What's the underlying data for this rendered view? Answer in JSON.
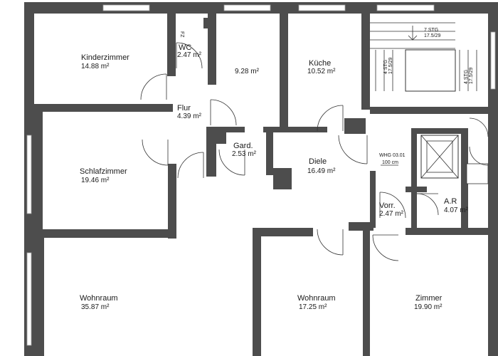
{
  "colors": {
    "wall": "#4d4d4d",
    "background": "#ffffff",
    "text": "#1a1a1a"
  },
  "rooms": {
    "kinderzimmer": {
      "name": "Kinderzimmer",
      "area": "14.88 m²"
    },
    "wc": {
      "name": "WC",
      "area": "2.47 m²"
    },
    "room928": {
      "name": "",
      "area": "9.28 m²"
    },
    "kueche": {
      "name": "Küche",
      "area": "10.52 m²"
    },
    "flur": {
      "name": "Flur",
      "area": "4.39 m²"
    },
    "gard": {
      "name": "Gard.",
      "area": "2.53 m²"
    },
    "schlafzimmer": {
      "name": "Schlafzimmer",
      "area": "19.46 m²"
    },
    "diele": {
      "name": "Diele",
      "area": "16.49 m²"
    },
    "vorr": {
      "name": "Vorr.",
      "area": "2.47 m²"
    },
    "ar": {
      "name": "A.R",
      "area": "4.07 m²"
    },
    "wohnraum1": {
      "name": "Wohnraum",
      "area": "35.87 m²"
    },
    "wohnraum2": {
      "name": "Wohnraum",
      "area": "17.25 m²"
    },
    "zimmer": {
      "name": "Zimmer",
      "area": "19.90 m²"
    }
  },
  "annotations": {
    "unit": "WHG 03.01",
    "entrance_width": "100 cm",
    "stair_main": "7 STG",
    "stair_main_dim": "17.5/29",
    "stair_left": "4 STG",
    "stair_left_dim": "17.5/29",
    "stair_right": "4 STG",
    "stair_right_dim": "17.5/29",
    "fz": "FZ"
  }
}
